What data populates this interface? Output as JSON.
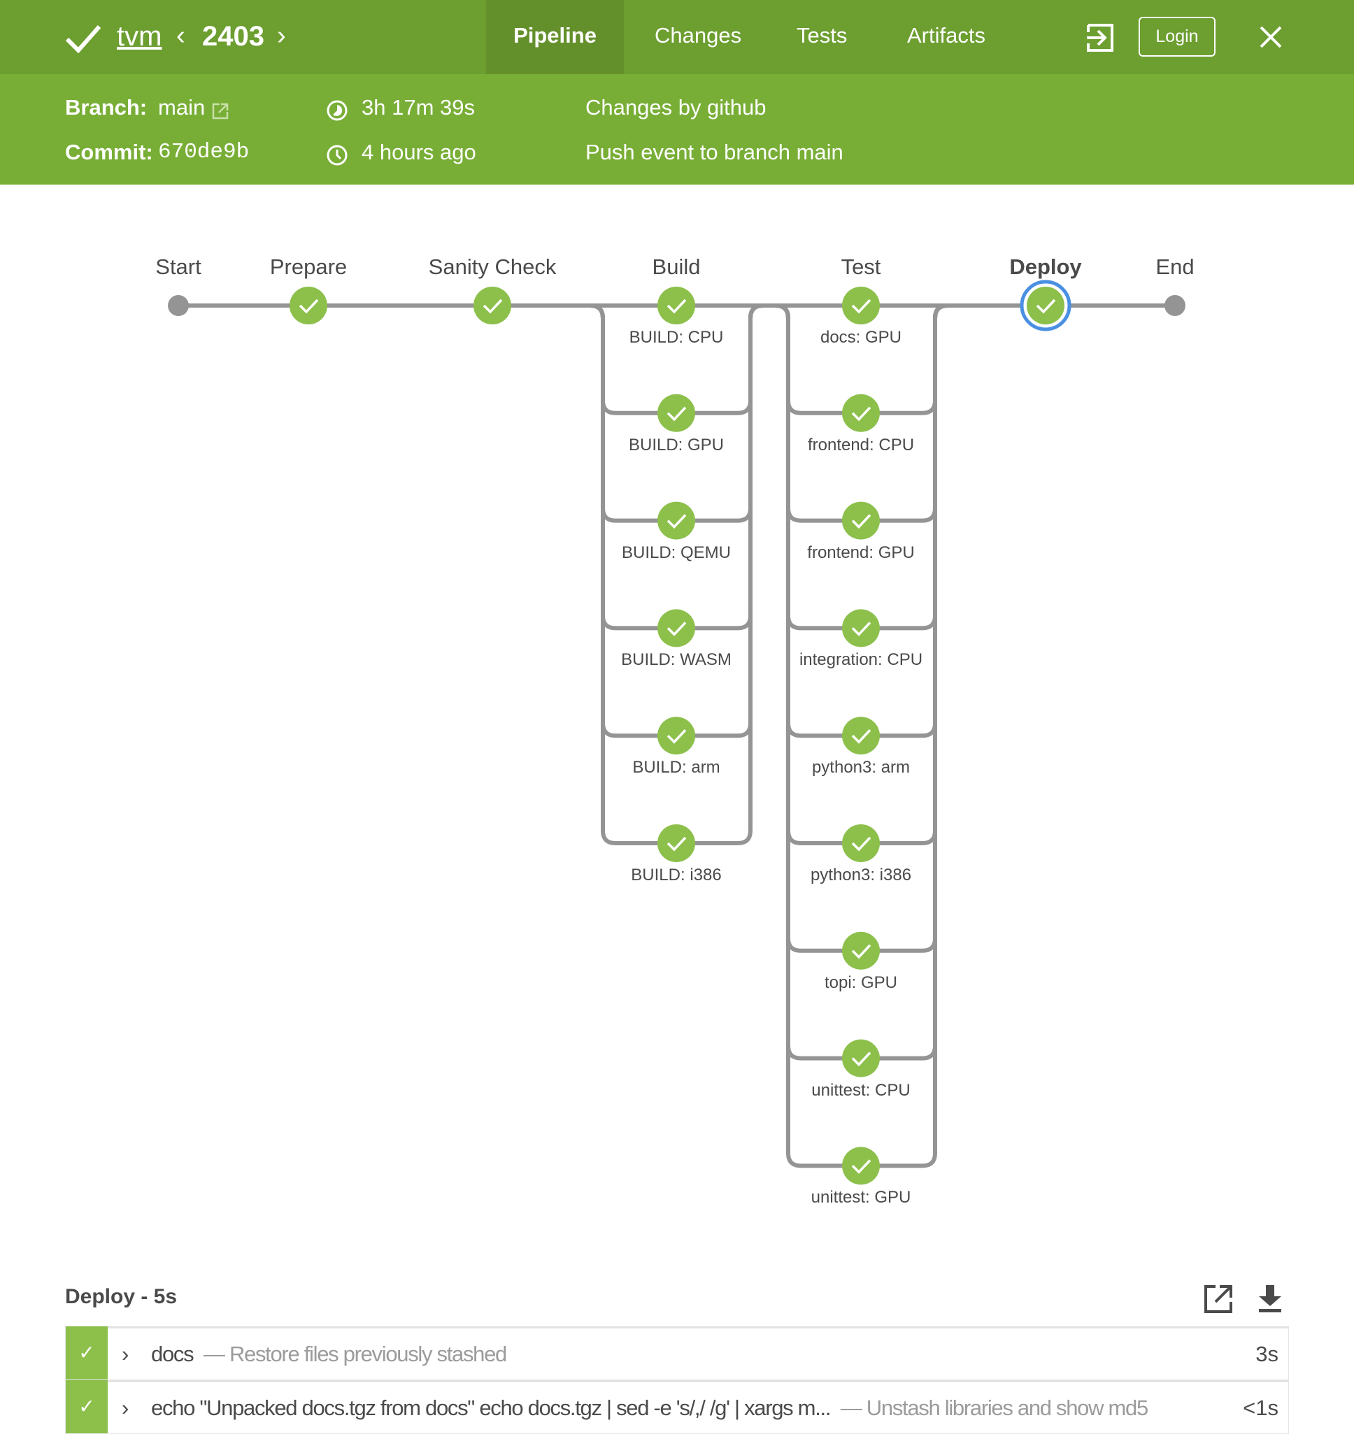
{
  "header": {
    "status_icon": "check-icon",
    "pipeline_name": "tvm",
    "run_number": "2403",
    "tabs": [
      {
        "label": "Pipeline",
        "active": true
      },
      {
        "label": "Changes"
      },
      {
        "label": "Tests"
      },
      {
        "label": "Artifacts"
      }
    ],
    "login_label": "Login"
  },
  "summary": {
    "branch_label": "Branch:",
    "branch_value": "main",
    "commit_label": "Commit:",
    "commit_value": "670de9b",
    "duration": "3h 17m 39s",
    "started": "4 hours ago",
    "changes": "Changes by github",
    "cause": "Push event to branch main"
  },
  "pipeline": {
    "stages": [
      {
        "label": "Start",
        "type": "terminal"
      },
      {
        "label": "Prepare",
        "status": "success"
      },
      {
        "label": "Sanity Check",
        "status": "success"
      },
      {
        "label": "Build",
        "status": "success",
        "parallel": [
          "BUILD: CPU",
          "BUILD: GPU",
          "BUILD: QEMU",
          "BUILD: WASM",
          "BUILD: arm",
          "BUILD: i386"
        ]
      },
      {
        "label": "Test",
        "status": "success",
        "parallel": [
          "docs: GPU",
          "frontend: CPU",
          "frontend: GPU",
          "integration: CPU",
          "python3: arm",
          "python3: i386",
          "topi: GPU",
          "unittest: CPU",
          "unittest: GPU"
        ]
      },
      {
        "label": "Deploy",
        "status": "success",
        "selected": true
      },
      {
        "label": "End",
        "type": "terminal"
      }
    ],
    "colors": {
      "success": "#8cc04b",
      "line": "#949494",
      "selected": "#4a90e2"
    }
  },
  "steps": {
    "title": "Deploy - 5s",
    "rows": [
      {
        "name": "docs",
        "desc": "— Restore files previously stashed",
        "duration": "3s"
      },
      {
        "name": "echo \"Unpacked docs.tgz from docs\" echo docs.tgz | sed -e 's/,/ /g' | xargs m...",
        "desc": "— Unstash libraries and show md5",
        "duration": "<1s"
      }
    ]
  }
}
